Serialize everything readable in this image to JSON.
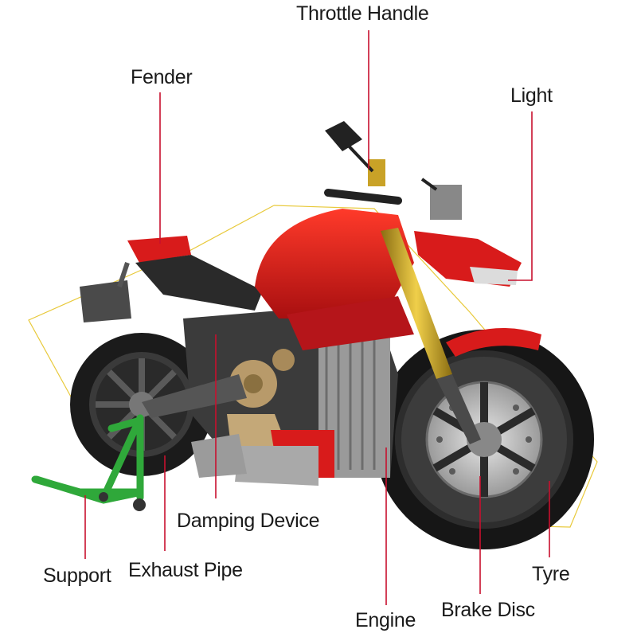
{
  "labels": {
    "throttle_handle": "Throttle Handle",
    "fender": "Fender",
    "light": "Light",
    "damping_device": "Damping Device",
    "exhaust_pipe": "Exhaust Pipe",
    "support": "Support",
    "tyre": "Tyre",
    "brake_disc": "Brake Disc",
    "engine": "Engine"
  },
  "colors": {
    "leader_line": "#c8102e",
    "outline": "#e8c93a",
    "bike_red": "#d81b1b",
    "bike_dark": "#2b2b2b",
    "fork_gold": "#c9a227",
    "stand_green": "#2fa83a",
    "frame_grey": "#8c8c8c"
  }
}
